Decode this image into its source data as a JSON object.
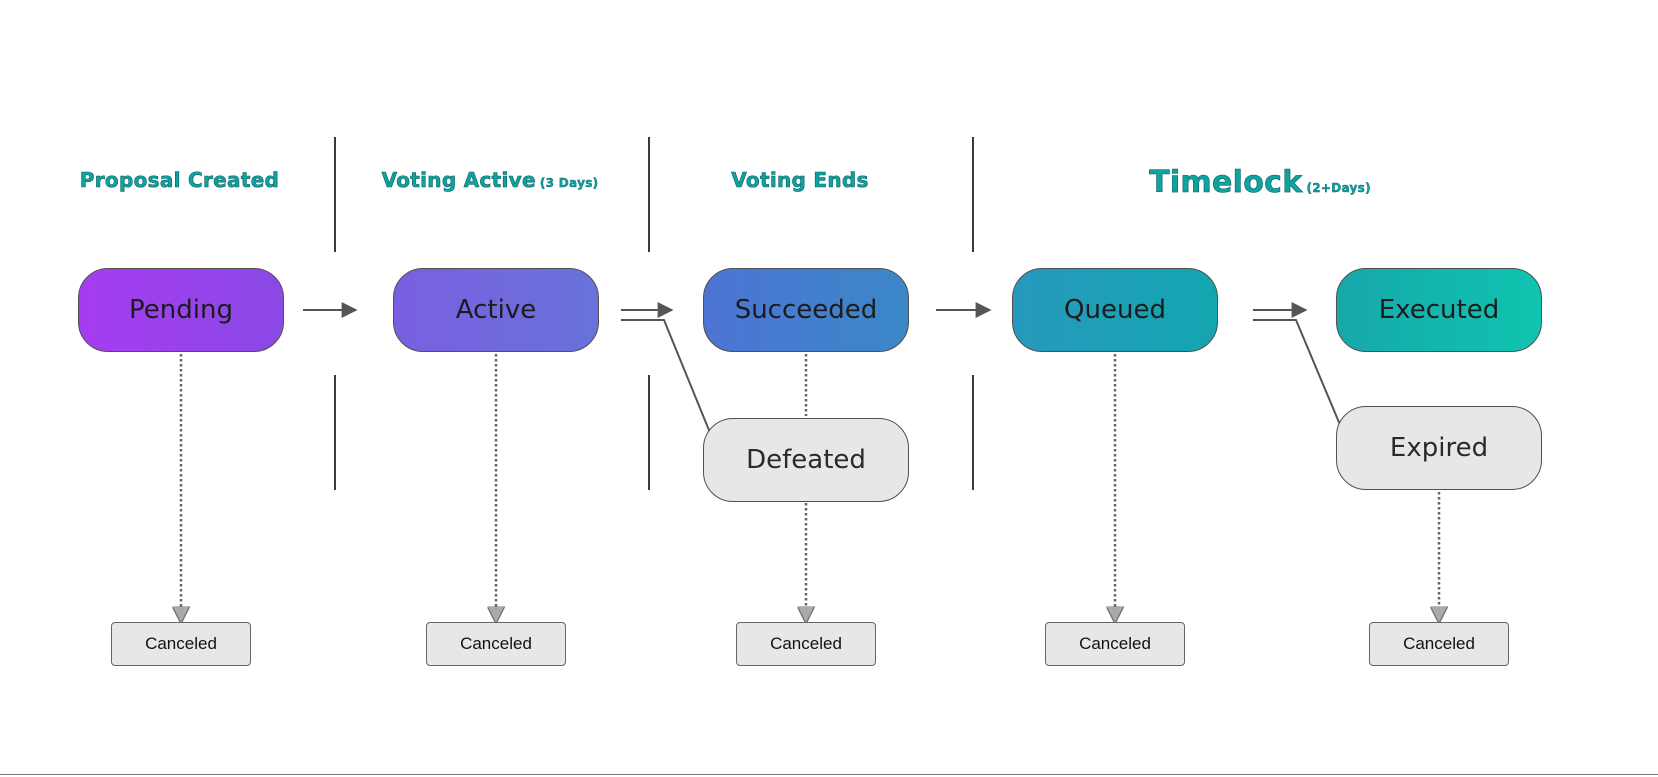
{
  "phases": [
    {
      "label": "Proposal Created",
      "sub": ""
    },
    {
      "label": "Voting Active",
      "sub": "(3 Days)"
    },
    {
      "label": "Voting Ends",
      "sub": ""
    },
    {
      "label": "Timelock",
      "sub": "(2+Days)"
    }
  ],
  "states": {
    "pending": "Pending",
    "active": "Active",
    "succeeded": "Succeeded",
    "queued": "Queued",
    "executed": "Executed",
    "defeated": "Defeated",
    "expired": "Expired"
  },
  "canceled_label": "Canceled",
  "colors": {
    "pending": [
      "#a63cf0",
      "#8b49e6"
    ],
    "active": [
      "#7a5fe0",
      "#6872da"
    ],
    "succeeded": [
      "#4d74d4",
      "#3a88c8"
    ],
    "queued": [
      "#2798bd",
      "#13a6b0"
    ],
    "executed": [
      "#17a8aa",
      "#0fc4b0"
    ],
    "terminal": "#e7e7e7",
    "phase_text": "#0fa3a0"
  }
}
